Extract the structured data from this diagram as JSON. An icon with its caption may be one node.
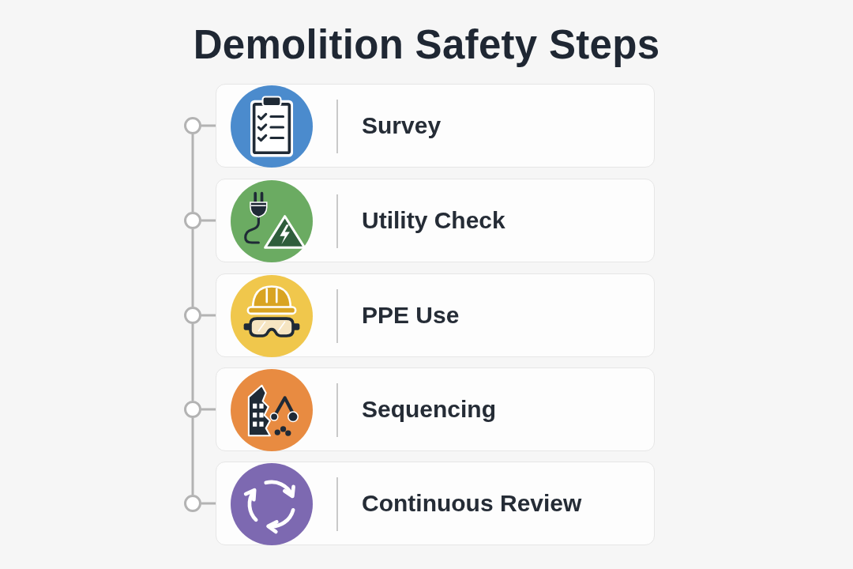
{
  "diagram": {
    "title": "Demolition Safety Steps",
    "nodes": [
      {
        "text": [],
        "shape": "circle"
      },
      {
        "text": [
          "Survey"
        ]
      },
      {
        "text": [],
        "shape": "circle"
      },
      {
        "text": [
          "Utility Check"
        ]
      },
      {
        "text": [],
        "shape": "circle"
      },
      {
        "text": [
          "PPE Use"
        ]
      },
      {
        "text": [],
        "shape": "circle"
      },
      {
        "text": [
          "Sequencing"
        ]
      },
      {
        "text": [],
        "shape": "circle"
      },
      {
        "text": [
          "Continuous Review"
        ]
      }
    ],
    "edges": [
      {
        "from": 0,
        "to": 1,
        "arrow": "none"
      },
      {
        "from": 0,
        "to": 2,
        "arrow": "none"
      },
      {
        "from": 2,
        "to": 3,
        "arrow": "none"
      },
      {
        "from": 2,
        "to": 4,
        "arrow": "none"
      },
      {
        "from": 4,
        "to": 5,
        "arrow": "none"
      },
      {
        "from": 4,
        "to": 6,
        "arrow": "none"
      },
      {
        "from": 6,
        "to": 7,
        "arrow": "none"
      },
      {
        "from": 6,
        "to": 8,
        "arrow": "none"
      },
      {
        "from": 8,
        "to": 9,
        "arrow": "none"
      }
    ]
  }
}
